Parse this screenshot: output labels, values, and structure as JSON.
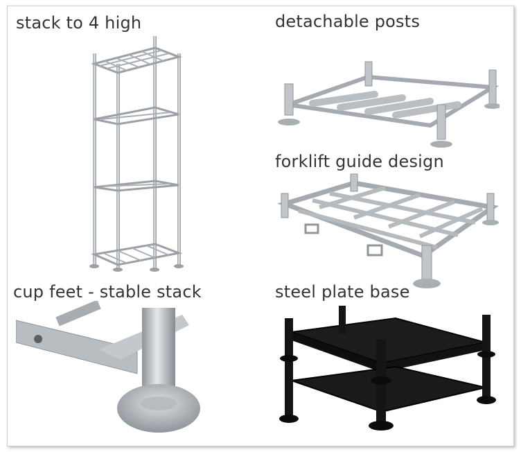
{
  "captions": {
    "stack": "stack to 4 high",
    "posts": "detachable posts",
    "forklift": "forklift guide design",
    "cup": "cup feet - stable stack",
    "plate": "steel plate base"
  },
  "colors": {
    "galvanized": "#c9cdd1",
    "galvanized_dark": "#8f959b",
    "black_steel": "#161616",
    "caption_text": "#333333"
  }
}
